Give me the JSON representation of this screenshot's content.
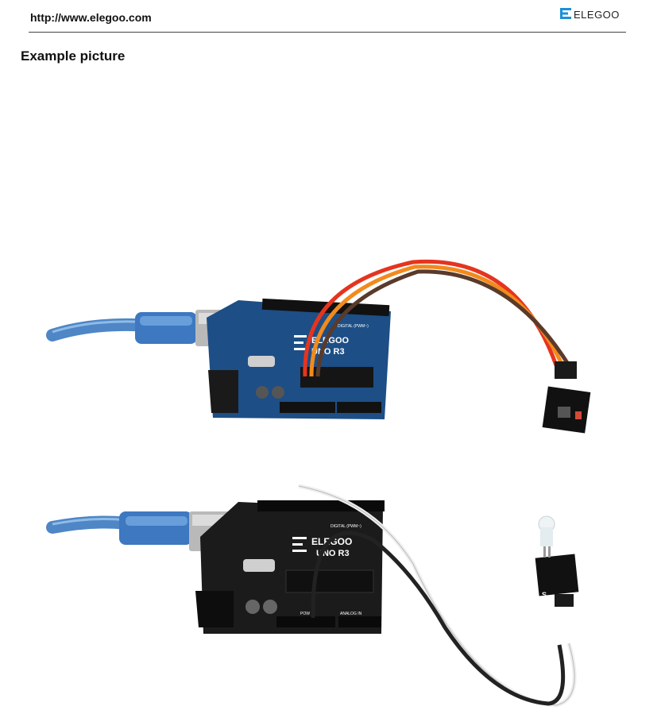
{
  "header": {
    "url": "http://www.elegoo.com",
    "logo_text": "ELEGOO"
  },
  "section": {
    "title": "Example picture"
  },
  "photos": [
    {
      "board_brand": "ELEGOO",
      "board_model": "UNO R3",
      "header_label": "DIGITAL (PWM~)"
    },
    {
      "board_brand": "ELEGOO",
      "board_model": "UNO R3",
      "header_label": "DIGITAL (PWM~)",
      "power_label": "POW",
      "analog_label": "ANALOG IN",
      "module_pin_label": "S"
    }
  ],
  "colors": {
    "board_blue": "#1d4e86",
    "board_black": "#1b1b1b",
    "cable_blue": "#4e86c6",
    "wire_red": "#e5341f",
    "wire_orange": "#f28a1c",
    "wire_brown": "#5a3a2a",
    "wire_black": "#222222",
    "wire_white": "#eeeeee"
  }
}
